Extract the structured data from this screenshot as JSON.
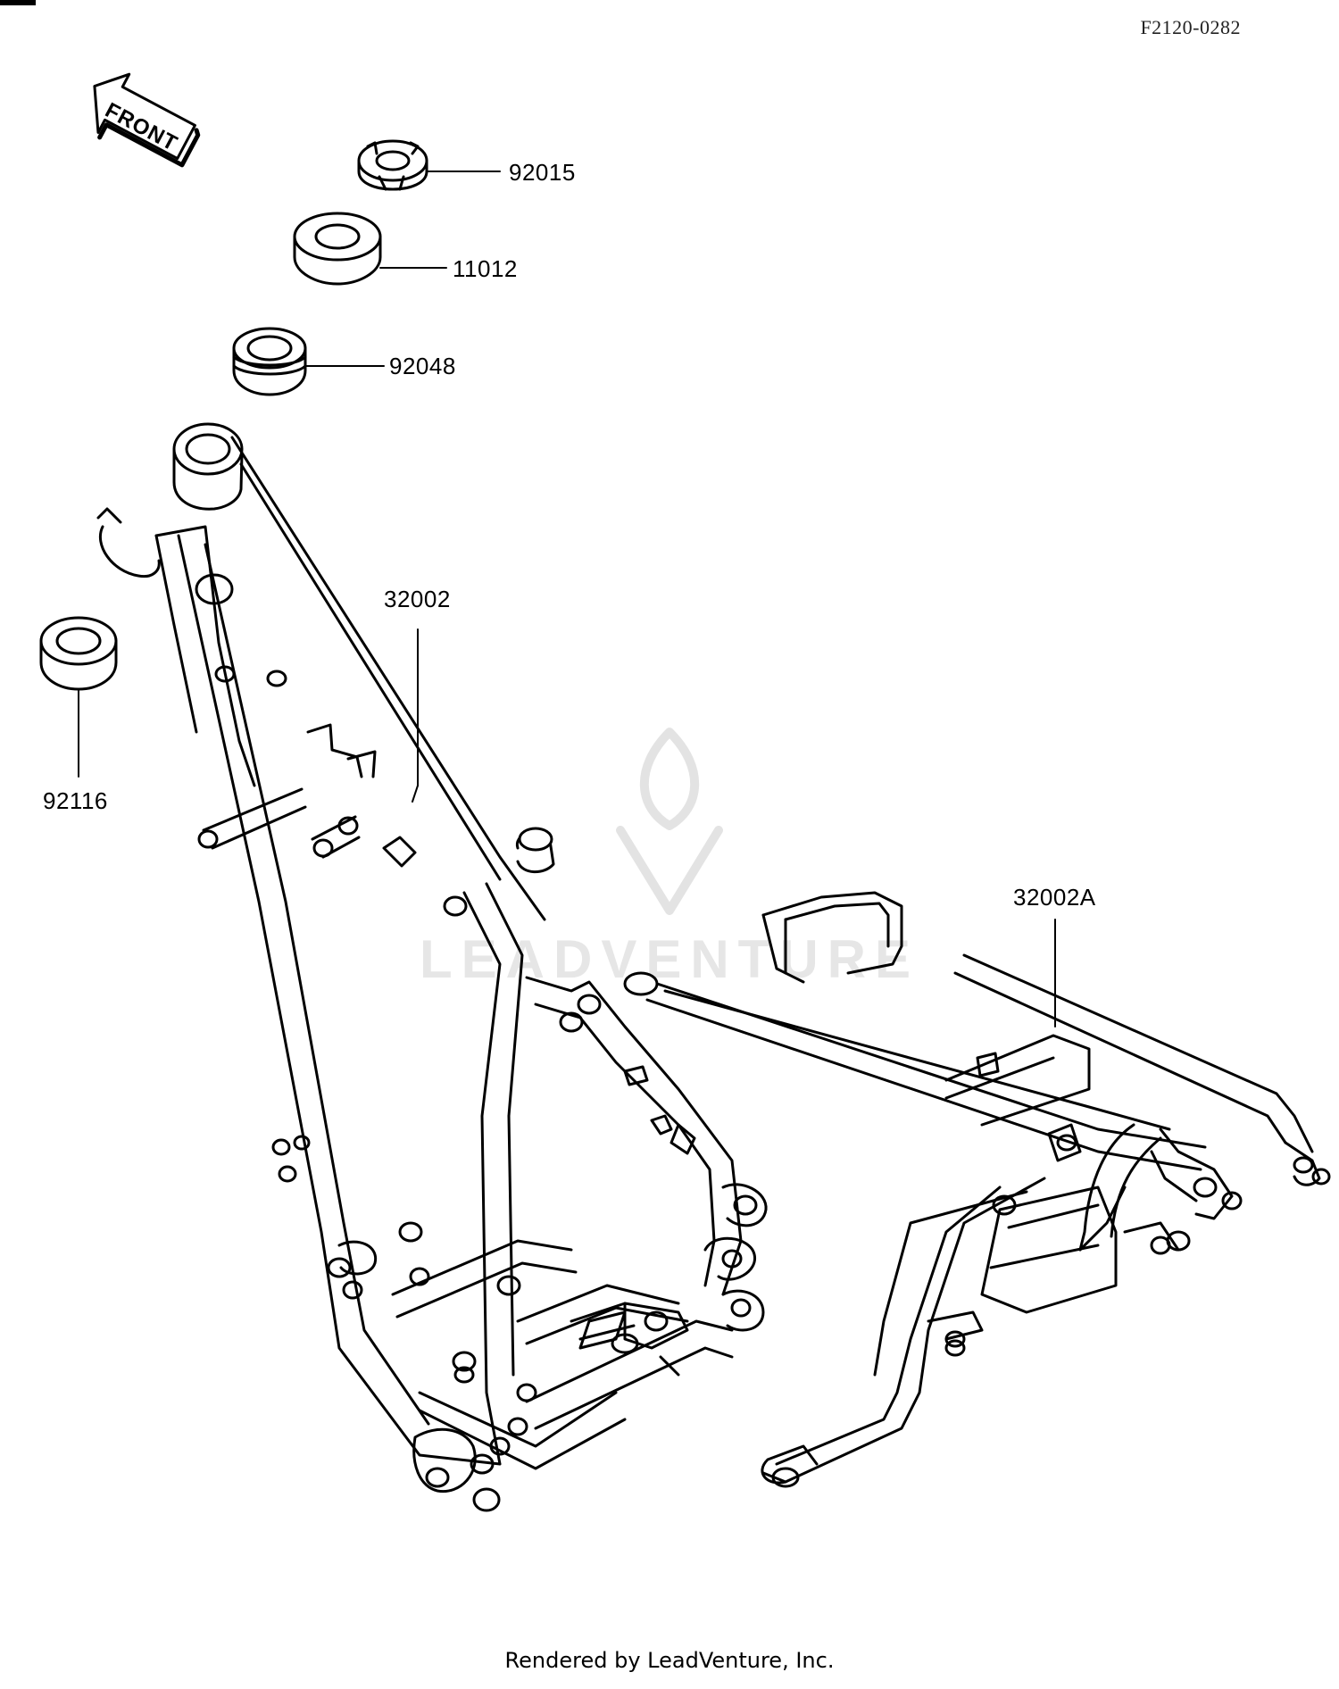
{
  "diagram_id": "F2120-0282",
  "front_arrow_label": "FRONT",
  "watermark": "LEADVENTURE",
  "parts": [
    {
      "number": "92015"
    },
    {
      "number": "11012"
    },
    {
      "number": "92048"
    },
    {
      "number": "32002"
    },
    {
      "number": "92116"
    },
    {
      "number": "32002A"
    }
  ],
  "footer": "Rendered by LeadVenture, Inc."
}
